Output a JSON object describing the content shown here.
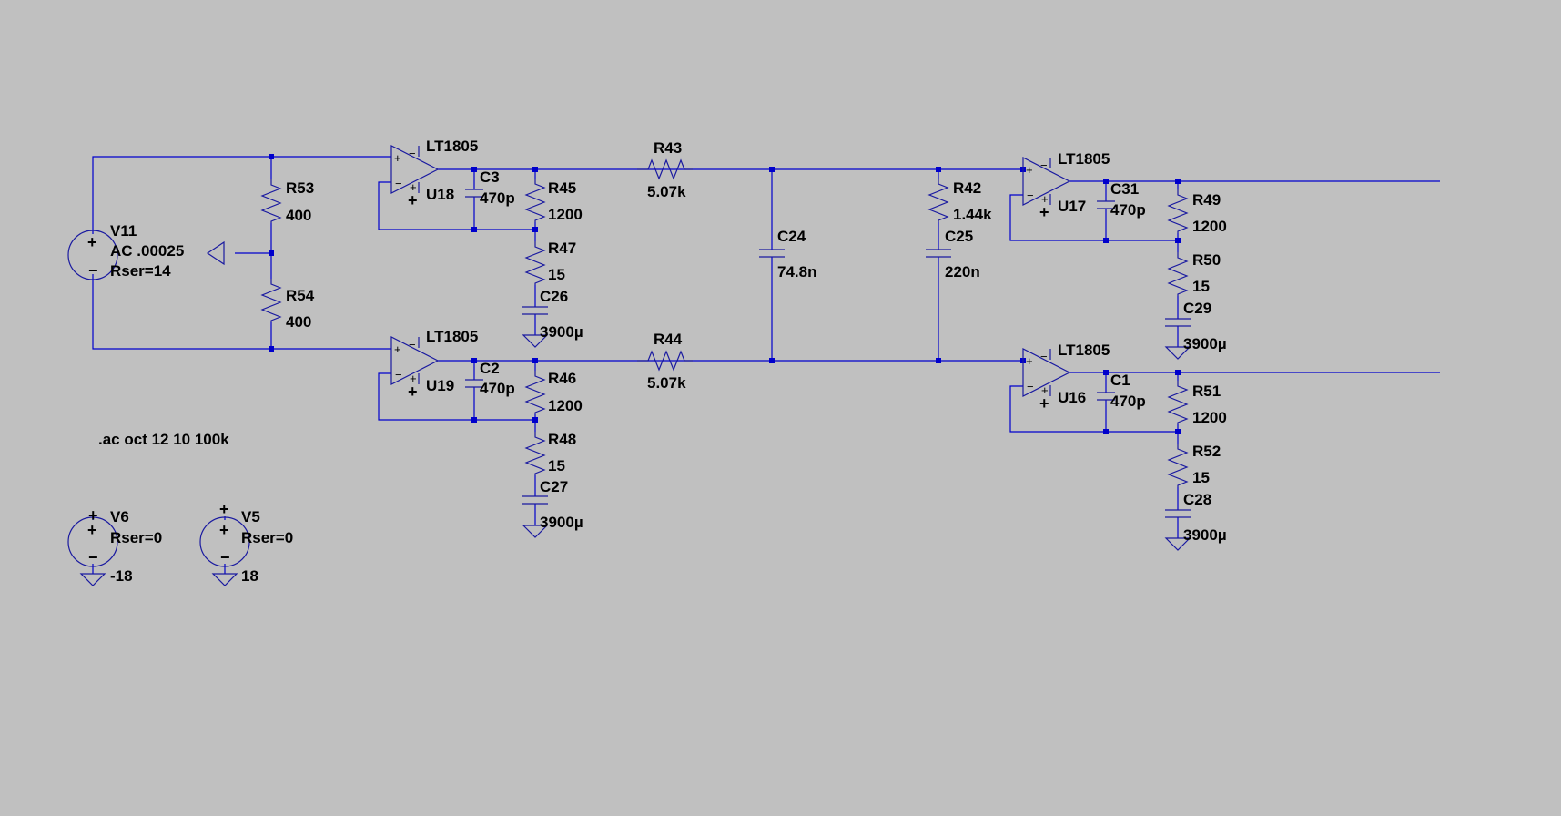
{
  "labels": {
    "lt_u18": "LT1805",
    "lt_u19": "LT1805",
    "lt_u17": "LT1805",
    "lt_u16": "LT1805",
    "u18": "U18",
    "u19": "U19",
    "u17": "U17",
    "u16": "U16",
    "v11_name": "V11",
    "v11_ac": "AC .00025",
    "v11_rser": "Rser=14",
    "r53": "R53",
    "r53_val": "400",
    "r54": "R54",
    "r54_val": "400",
    "c3": "C3",
    "c3_val": "470p",
    "c2": "C2",
    "c2_val": "470p",
    "r45": "R45",
    "r45_val": "1200",
    "r46": "R46",
    "r46_val": "1200",
    "r47": "R47",
    "r47_val": "15",
    "r48": "R48",
    "r48_val": "15",
    "c26": "C26",
    "c26_val": "3900µ",
    "c27": "C27",
    "c27_val": "3900µ",
    "r43": "R43",
    "r43_val": "5.07k",
    "r44": "R44",
    "r44_val": "5.07k",
    "c24": "C24",
    "c24_val": "74.8n",
    "r42": "R42",
    "r42_val": "1.44k",
    "c25": "C25",
    "c25_val": "220n",
    "c31": "C31",
    "c31_val": "470p",
    "c1": "C1",
    "c1_val": "470p",
    "r49": "R49",
    "r49_val": "1200",
    "r50": "R50",
    "r50_val": "15",
    "c29": "C29",
    "c29_val": "3900µ",
    "r51": "R51",
    "r51_val": "1200",
    "r52": "R52",
    "r52_val": "15",
    "c28": "C28",
    "c28_val": "3900µ",
    "directive": ".ac oct 12 10 100k",
    "v6": "V6",
    "v6_rser": "Rser=0",
    "v6_val": "-18",
    "v5": "V5",
    "v5_rser": "Rser=0",
    "v5_val": "18"
  }
}
